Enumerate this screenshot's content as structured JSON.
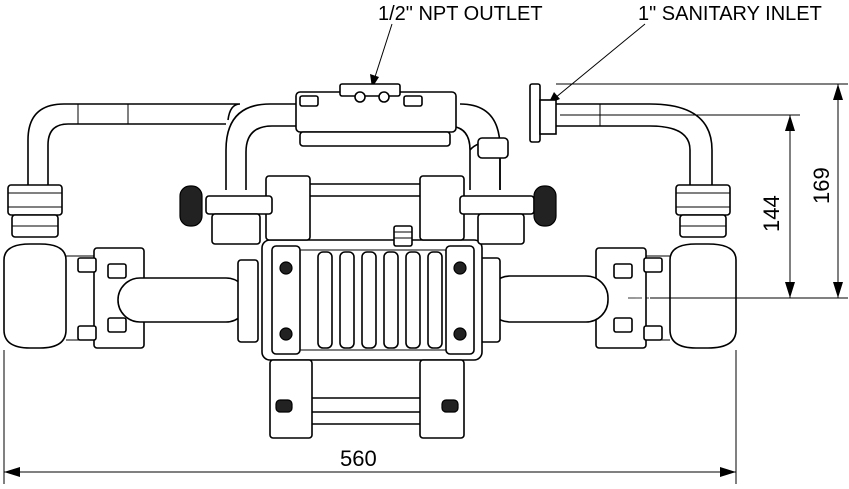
{
  "callouts": {
    "outlet": "1/2\" NPT OUTLET",
    "inlet": "1\" SANITARY INLET"
  },
  "dimensions": {
    "overall_width": "560",
    "height_inner": "144",
    "height_outer": "169"
  },
  "colors": {
    "line": "#000000",
    "background": "#ffffff"
  }
}
